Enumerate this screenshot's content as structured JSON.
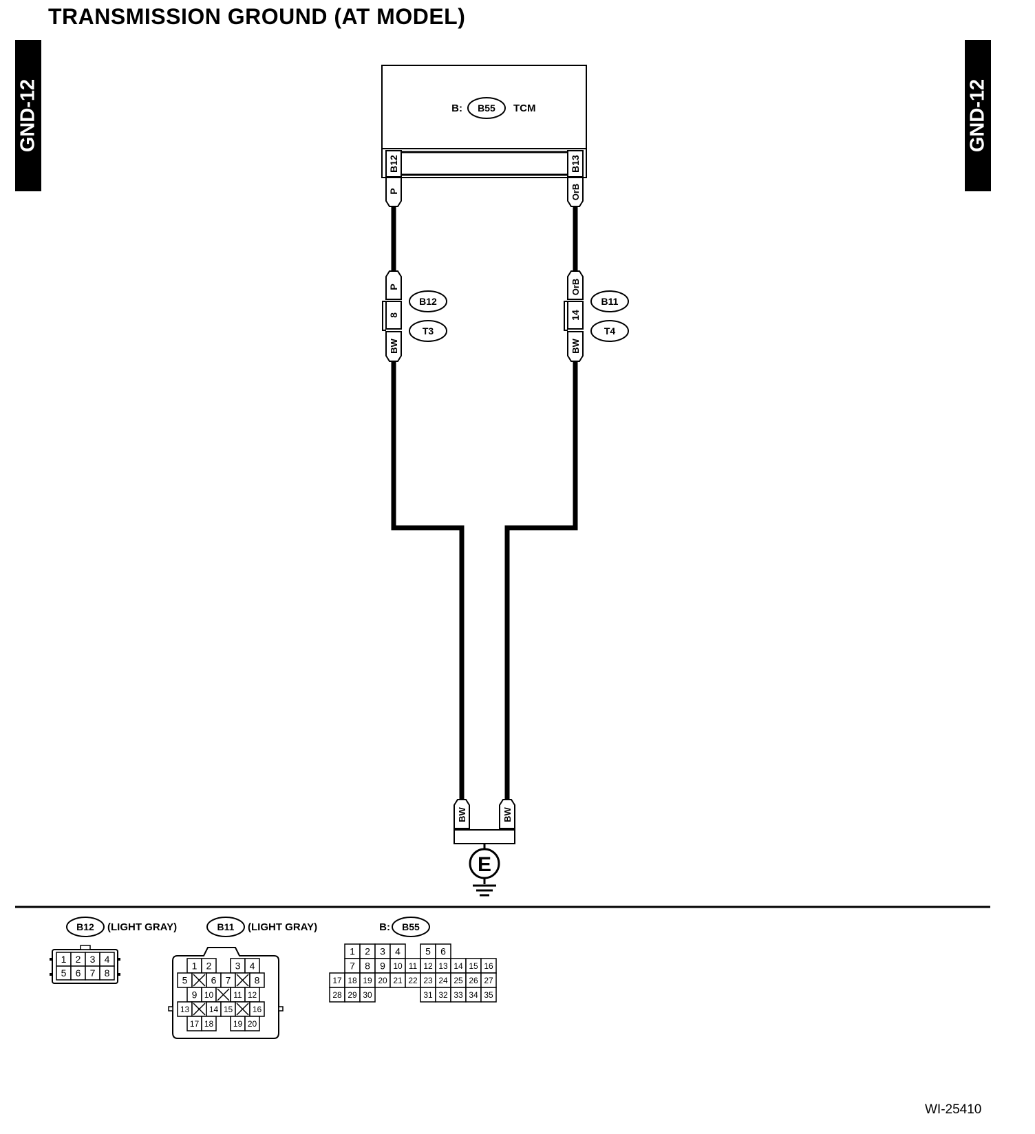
{
  "page": {
    "title": "TRANSMISSION GROUND (AT MODEL)",
    "tab_label": "GND-12",
    "doc_code": "WI-25410"
  },
  "tcm": {
    "prefix": "B:",
    "connector": "B55",
    "name": "TCM",
    "pins": [
      "B12",
      "B13"
    ]
  },
  "circuits": [
    {
      "wire_top": "P",
      "connector_ids": [
        "B12",
        "T3"
      ],
      "pin": "8",
      "wire_bottom": "BW"
    },
    {
      "wire_top": "OrB",
      "connector_ids": [
        "B11",
        "T4"
      ],
      "pin": "14",
      "wire_bottom": "BW"
    }
  ],
  "ground": {
    "wires": [
      "BW",
      "BW"
    ],
    "symbol": "E"
  },
  "legend": {
    "b12": {
      "id": "B12",
      "desc": "(LIGHT GRAY)",
      "rows": [
        [
          "1",
          "2",
          "3",
          "4"
        ],
        [
          "5",
          "6",
          "7",
          "8"
        ]
      ]
    },
    "b11": {
      "id": "B11",
      "desc": "(LIGHT GRAY)",
      "rows": [
        [
          "1",
          "2",
          "",
          "3",
          "4"
        ],
        [
          "5",
          "X",
          "6",
          "7",
          "X",
          "8"
        ],
        [
          "9",
          "10",
          "X",
          "11",
          "12"
        ],
        [
          "13",
          "X",
          "14",
          "15",
          "X",
          "16"
        ],
        [
          "17",
          "18",
          "",
          "19",
          "20"
        ]
      ]
    },
    "b55": {
      "prefix": "B:",
      "id": "B55",
      "rows": [
        [
          "1",
          "2",
          "3",
          "4",
          "",
          "5",
          "6"
        ],
        [
          "7",
          "8",
          "9",
          "10",
          "11",
          "12",
          "13",
          "14",
          "15",
          "16"
        ],
        [
          "17",
          "18",
          "19",
          "20",
          "21",
          "22",
          "23",
          "24",
          "25",
          "26",
          "27"
        ],
        [
          "28",
          "29",
          "30",
          "",
          "",
          "",
          "31",
          "32",
          "33",
          "34",
          "35"
        ]
      ]
    }
  }
}
